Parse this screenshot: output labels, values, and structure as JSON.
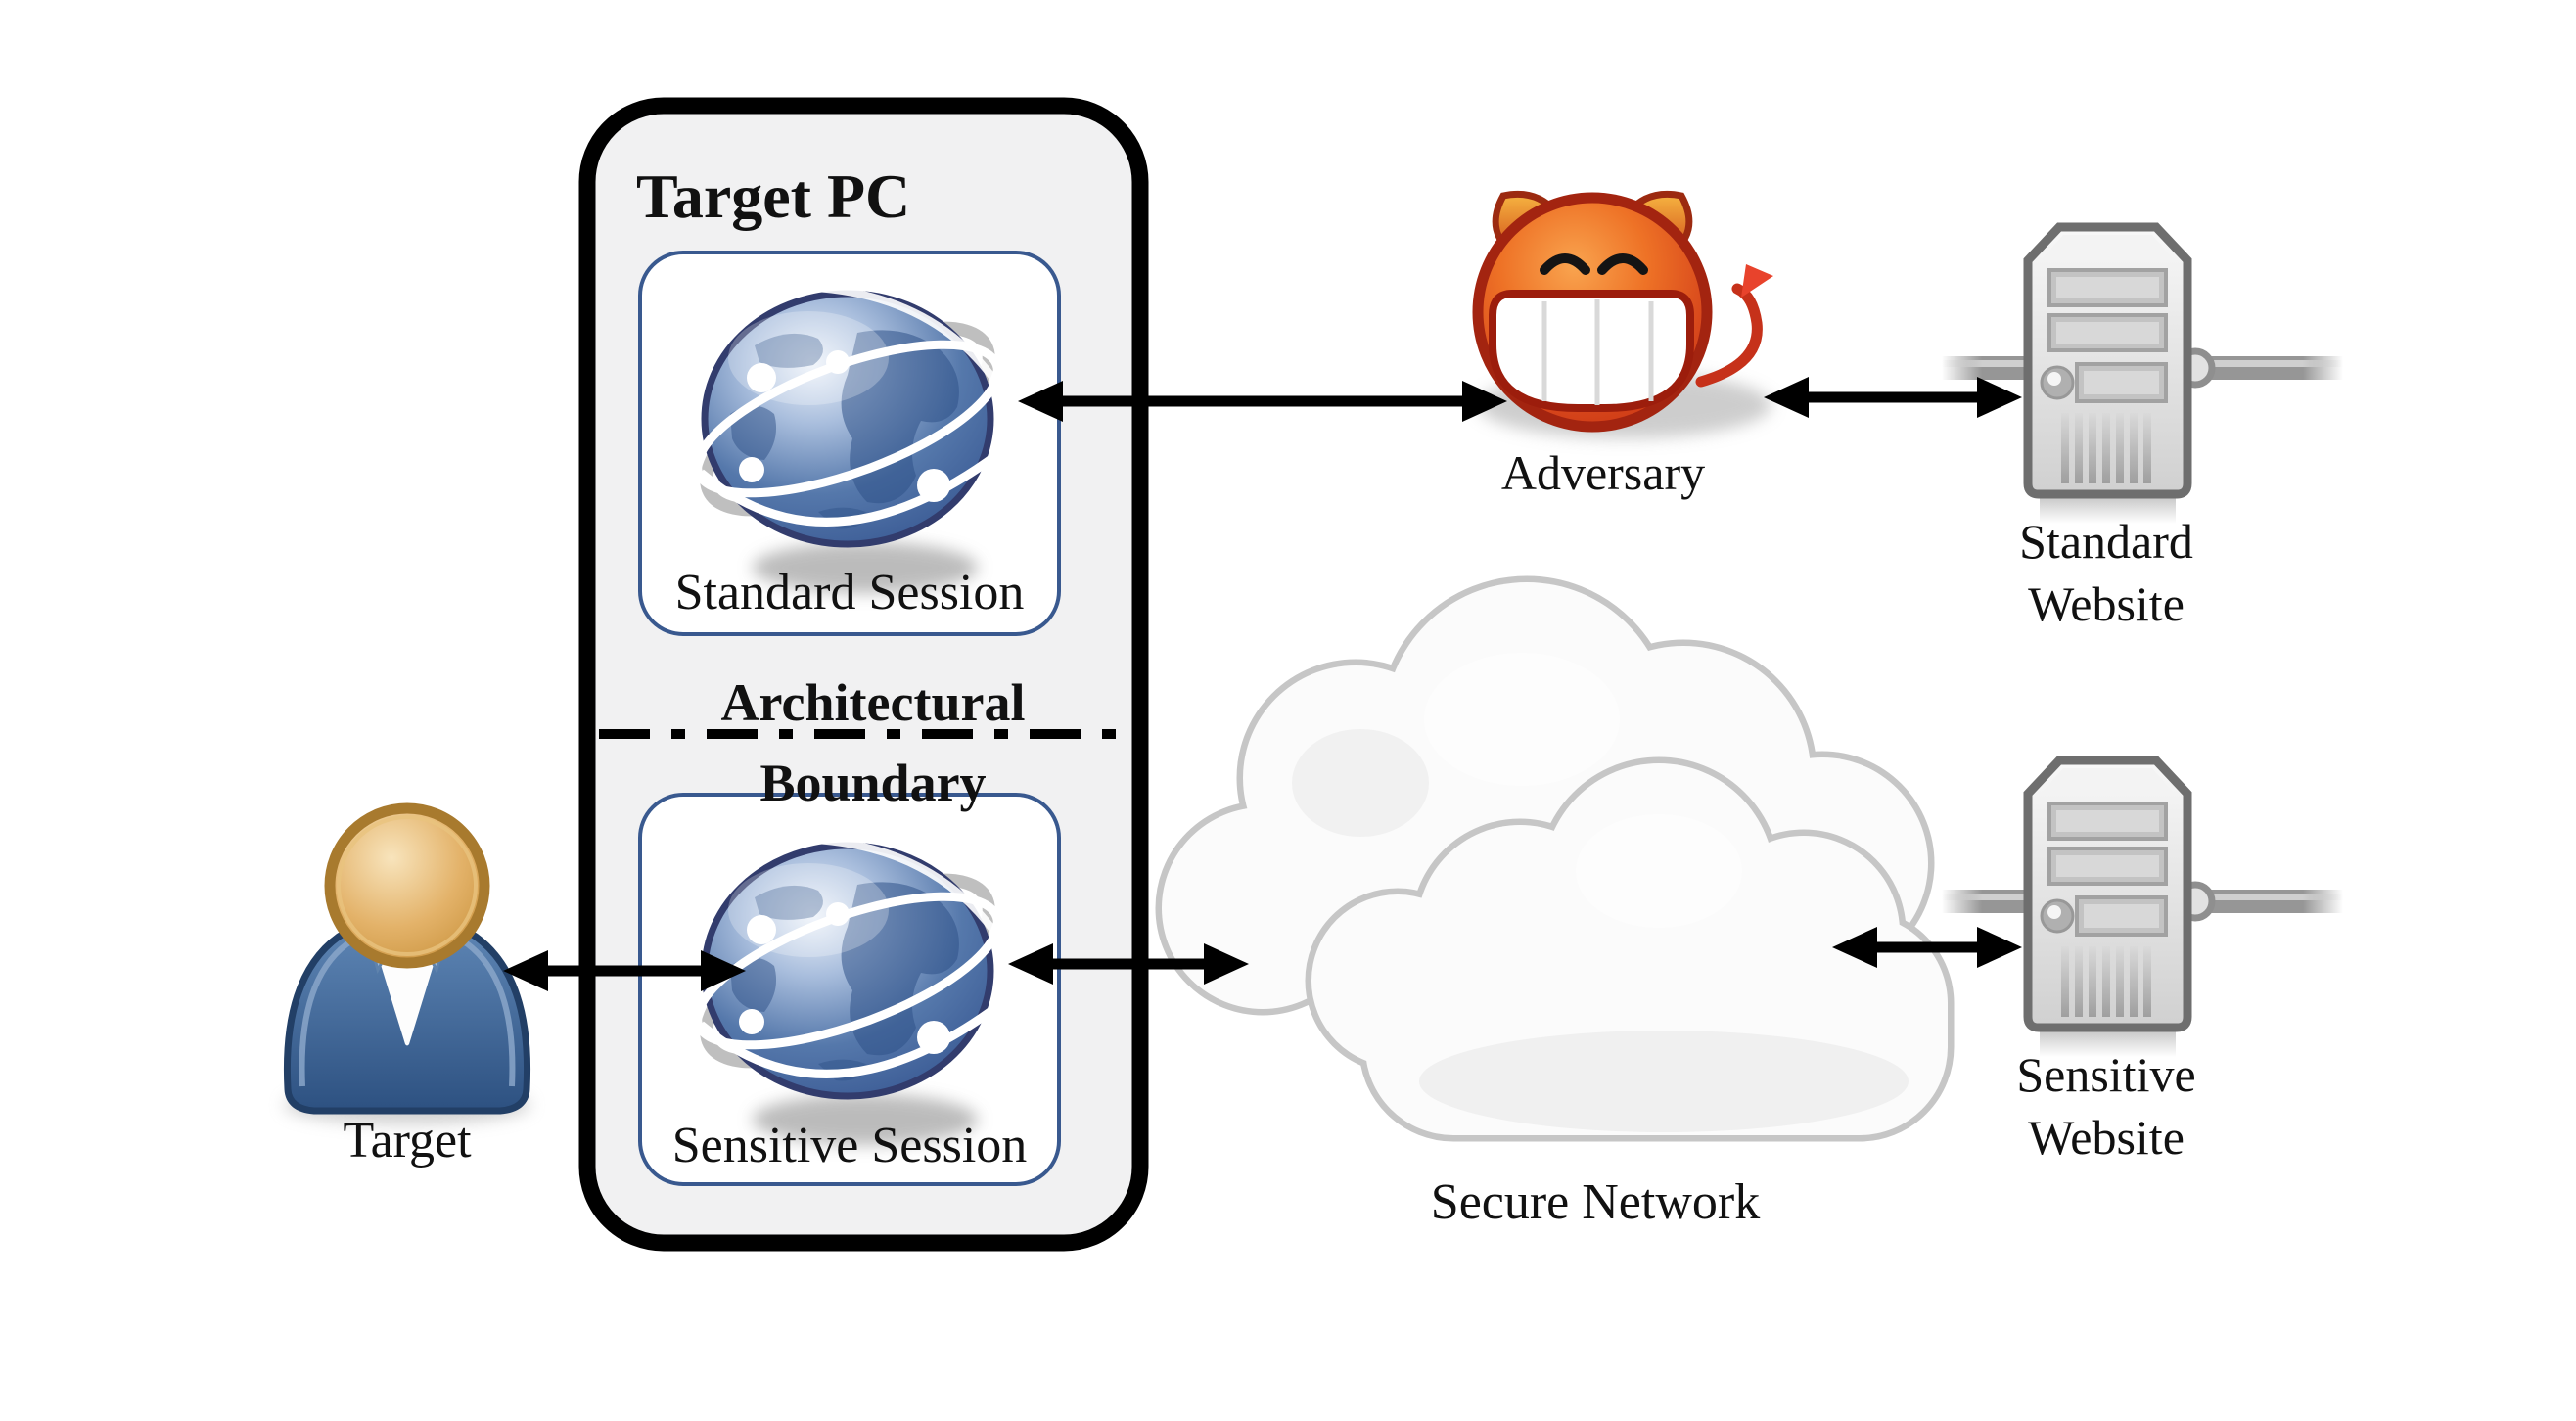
{
  "colors": {
    "background": "#ffffff",
    "pc_box_fill": "#f1f1f2",
    "pc_box_border": "#000000",
    "session_box_fill": "#ffffff",
    "session_box_border": "#39598f",
    "arrow_black": "#000000",
    "adversary_red": "#d8481c",
    "adversary_rim": "#a32410",
    "globe_blue": "#4f74a9",
    "globe_rim": "#323c6d",
    "server_outline": "#6e6e6e",
    "server_body": "#e8e8e8",
    "cloud_outline": "#c6c6c6",
    "cloud_fill": "#fbfbfb",
    "user_body_blue": "#3c6397",
    "user_head_tan": "#e3b269",
    "label_text": "#111111"
  },
  "target_pc": {
    "title": "Target PC",
    "standard_session": {
      "label": "Standard Session",
      "icon": "globe-icon"
    },
    "sensitive_session": {
      "label": "Sensitive Session",
      "icon": "globe-icon"
    },
    "boundary": {
      "line1": "Architectural",
      "line2": "Boundary",
      "style": "dash-dot"
    }
  },
  "adversary": {
    "label": "Adversary",
    "icon": "devil-smiley-icon"
  },
  "standard_website": {
    "line1": "Standard",
    "line2": "Website",
    "icon": "server-icon"
  },
  "sensitive_website": {
    "line1": "Sensitive",
    "line2": "Website",
    "icon": "server-icon"
  },
  "secure_network": {
    "label": "Secure Network",
    "icon": "cloud-icon"
  },
  "target_user": {
    "label": "Target",
    "icon": "person-icon"
  },
  "connections": [
    {
      "from": "standard-session",
      "to": "adversary",
      "type": "bidirectional-arrow"
    },
    {
      "from": "adversary",
      "to": "standard-website",
      "type": "bidirectional-arrow"
    },
    {
      "from": "target-user",
      "to": "sensitive-session",
      "type": "bidirectional-arrow"
    },
    {
      "from": "sensitive-session",
      "to": "secure-network",
      "type": "bidirectional-arrow"
    },
    {
      "from": "secure-network",
      "to": "sensitive-website",
      "type": "bidirectional-arrow"
    }
  ]
}
